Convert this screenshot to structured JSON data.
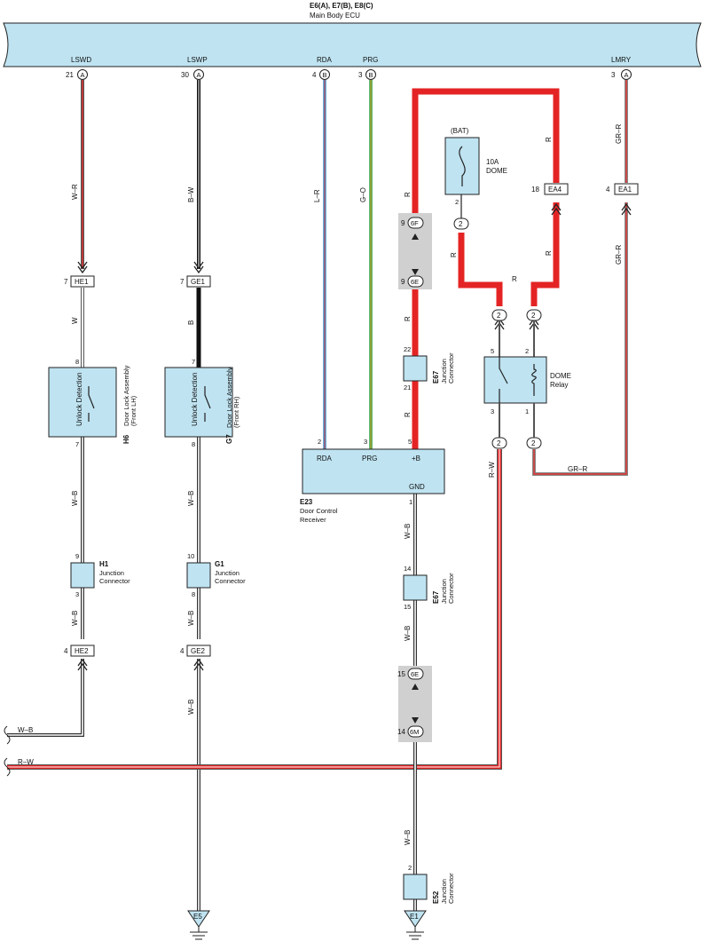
{
  "header": {
    "connectors": "E6(A), E7(B), E8(C)",
    "ecu_name": "Main Body ECU"
  },
  "ecu_terminals": [
    {
      "name": "LSWD",
      "pin": "21",
      "conn": "A"
    },
    {
      "name": "LSWP",
      "pin": "30",
      "conn": "A"
    },
    {
      "name": "RDA",
      "pin": "4",
      "conn": "B"
    },
    {
      "name": "PRG",
      "pin": "3",
      "conn": "B"
    },
    {
      "name": "LMRY",
      "pin": "3",
      "conn": "A"
    }
  ],
  "wires": {
    "wr": "W–R",
    "bw": "B–W",
    "w": "W",
    "b": "B",
    "wb": "W–B",
    "lr": "L–R",
    "go": "G–O",
    "r": "R",
    "grr": "GR–R",
    "rw": "R–W",
    "bat": "(BAT)"
  },
  "connectors": {
    "he1": {
      "id": "HE1",
      "pin": "7"
    },
    "ge1": {
      "id": "GE1",
      "pin": "7"
    },
    "he2": {
      "id": "HE2",
      "pin": "4"
    },
    "ge2": {
      "id": "GE2",
      "pin": "4"
    },
    "ea4": {
      "id": "EA4",
      "pin": "18"
    },
    "ea1": {
      "id": "EA1",
      "pin": "4"
    },
    "c6f": {
      "id": "6F",
      "pin": "9"
    },
    "c6e_top": {
      "id": "6E",
      "pin": "9"
    },
    "c6e_bot": {
      "id": "6E",
      "pin": "15"
    },
    "c6m": {
      "id": "6M",
      "pin": "14"
    },
    "two": "2"
  },
  "components": {
    "h6": {
      "ref": "H6",
      "name1": "Door Lock Assembly",
      "name2": "(Front LH)",
      "inner": "Unlock Detection",
      "pin_top": "8",
      "pin_bot": "7"
    },
    "g7": {
      "ref": "G7",
      "name1": "Door Lock Assembly",
      "name2": "(Front RH)",
      "inner": "Unlock Detection",
      "pin_top": "7",
      "pin_bot": "8"
    },
    "h1": {
      "ref": "H1",
      "name1": "Junction",
      "name2": "Connector",
      "pin_top": "9",
      "pin_bot": "3"
    },
    "g1": {
      "ref": "G1",
      "name1": "Junction",
      "name2": "Connector",
      "pin_top": "10",
      "pin_bot": "8"
    },
    "e67a": {
      "ref": "E67",
      "name1": "Junction",
      "name2": "Connector",
      "pin_top": "22",
      "pin_bot": "21"
    },
    "e67b": {
      "ref": "E67",
      "name1": "Junction",
      "name2": "Connector",
      "pin_top": "14",
      "pin_bot": "15"
    },
    "e52": {
      "ref": "E52",
      "name1": "Junction",
      "name2": "Connector",
      "pin_top": "2"
    },
    "e23": {
      "ref": "E23",
      "name1": "Door Control",
      "name2": "Receiver",
      "rda": "RDA",
      "prg": "PRG",
      "b": "+B",
      "gnd": "GND",
      "pin_rda": "2",
      "pin_prg": "3",
      "pin_b": "5",
      "pin_gnd": "1"
    },
    "fuse": {
      "amp": "10A",
      "name": "DOME",
      "pin": "2"
    },
    "relay": {
      "name1": "DOME",
      "name2": "Relay",
      "p5": "5",
      "p2": "2",
      "p3": "3",
      "p1": "1"
    },
    "ground_e5": "E5",
    "ground_e1": "E1"
  }
}
